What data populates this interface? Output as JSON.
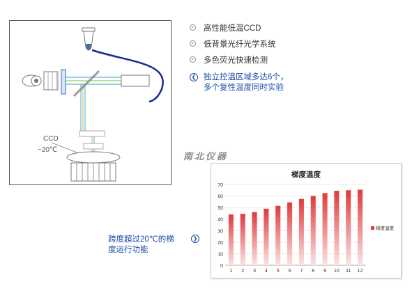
{
  "diagram": {
    "ccd_label": "CCD",
    "temp_label": "−20℃"
  },
  "features": [
    {
      "label": "高性能低温CCD"
    },
    {
      "label": "低背景光纤光学系统"
    },
    {
      "label": "多色荧光快速检测"
    }
  ],
  "highlight": {
    "line1": "独立控温区域多达6个，",
    "line2": "多个复性温度同时实验",
    "icon": "chevron-left-icon"
  },
  "brand": "南北仪器",
  "gradient_note": {
    "line1": "跨度超过20℃的梯",
    "line2": "度运行功能",
    "icon": "chevron-right-icon"
  },
  "colors": {
    "accent": "#1b4aa8",
    "bar": "#e03a3c",
    "fiber": "#1a2a8a"
  },
  "chart_data": {
    "type": "bar",
    "title": "梯度温度",
    "categories": [
      "1",
      "2",
      "3",
      "4",
      "5",
      "6",
      "7",
      "8",
      "9",
      "10",
      "11",
      "12"
    ],
    "series": [
      {
        "name": "梯度温度",
        "values": [
          44,
          44.5,
          46,
          49,
          51.5,
          54.5,
          57.5,
          60,
          62.5,
          64.5,
          65,
          65.5
        ]
      }
    ],
    "ylim": [
      0,
      70
    ],
    "yticks": [
      0,
      10,
      20,
      30,
      40,
      50,
      60,
      70
    ],
    "grid": true,
    "legend": "right"
  }
}
